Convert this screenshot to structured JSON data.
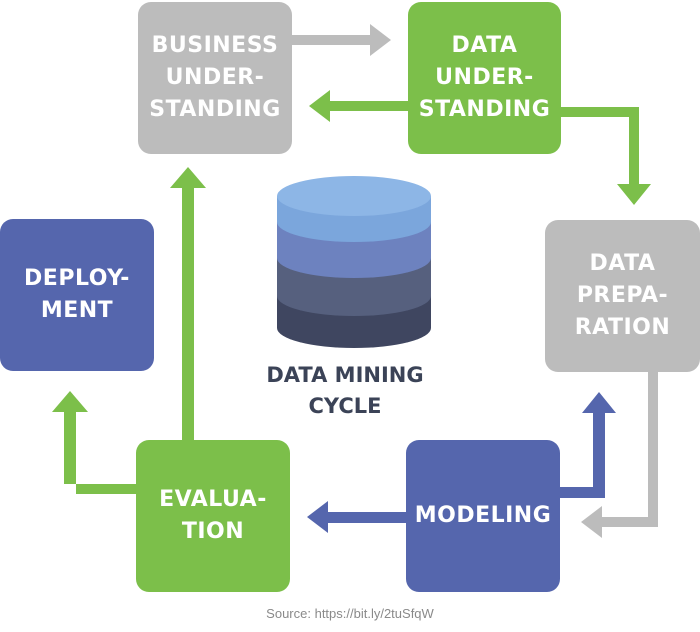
{
  "nodes": {
    "business_understanding": "BUSINESS\nUNDER-\nSTANDING",
    "data_understanding": "DATA\nUNDER-\nSTANDING",
    "data_preparation": "DATA\nPREPA-\nRATION",
    "modeling": "MODELING",
    "evaluation": "EVALUA-\nTION",
    "deployment": "DEPLOY-\nMENT"
  },
  "center_label": "DATA MINING\nCYCLE",
  "source": "Source: https://bit.ly/2tuSfqW",
  "colors": {
    "gray": "#bcbcbc",
    "green": "#7cbf4a",
    "blue": "#5566ad",
    "text_dark": "#3b4357",
    "db_top": "#7ba6dc",
    "db_mid1": "#6d82bf",
    "db_mid2": "#56607e",
    "db_bottom": "#3f4660"
  }
}
